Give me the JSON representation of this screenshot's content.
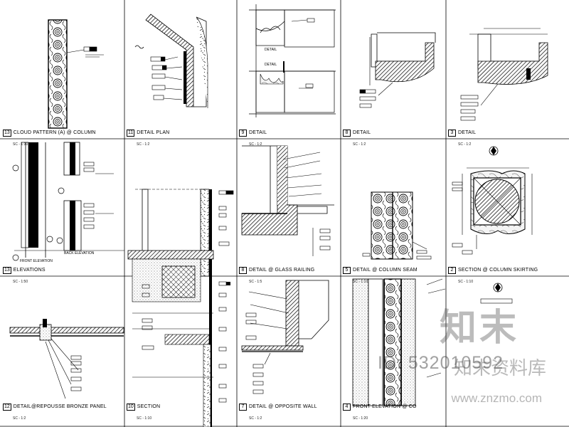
{
  "sheet_captions": [
    {
      "num": "13",
      "title": "CLOUD PATTERN (A) @ COLUMN",
      "scale": "SC - 1:10"
    },
    {
      "num": "11",
      "title": "DETAIL PLAN",
      "scale": "SC - 1:2"
    },
    {
      "num": "9",
      "title": "DETAIL",
      "scale": "SC - 1:2"
    },
    {
      "num": "8",
      "title": "DETAIL",
      "scale": "SC - 1:2"
    },
    {
      "num": "3",
      "title": "DETAIL",
      "scale": "SC - 1:2"
    },
    {
      "num": "13",
      "title": "ELEVATIONS",
      "scale": "SC - 1:50"
    },
    {
      "num": "8",
      "title": "DETAIL @ GLASS RAILING",
      "scale": "SC - 1:5"
    },
    {
      "num": "5",
      "title": "DETAIL @ COLUMN SEAM",
      "scale": "SC - 1:10"
    },
    {
      "num": "2",
      "title": "SECTION @ COLUMN SKIRTING",
      "scale": "SC - 1:10"
    },
    {
      "num": "12",
      "title": "DETAIL@REPOUSSE BRONZE PANEL",
      "scale": "SC - 1:2"
    },
    {
      "num": "10",
      "title": "SECTION",
      "scale": "SC - 1:10"
    },
    {
      "num": "7",
      "title": "DETAIL @ OPPOSITE WALL",
      "scale": "SC - 1:2"
    },
    {
      "num": "4",
      "title": "FRONT ELEVATION @ CO",
      "scale": "SC - 1:20"
    }
  ],
  "view_labels": {
    "front_elevation": "FRONT ELEVATION",
    "back_elevation": "BACK ELEVATION",
    "detail_9a": "DETAIL",
    "detail_9b": "DETAIL"
  },
  "watermark": {
    "brand": "知末",
    "library": "知末资料库",
    "id": "ID: 532010592",
    "url": "www.znzmo.com"
  }
}
